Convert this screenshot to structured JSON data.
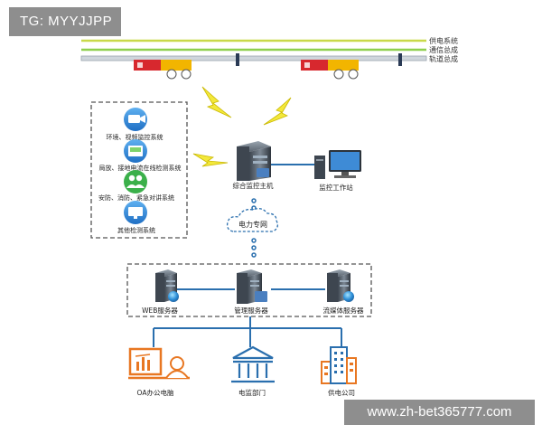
{
  "watermark_top": "TG: MYYJJPP",
  "watermark_bottom": "www.zh-bet365777.com",
  "tracks": {
    "power": "供电系统",
    "comm": "通信总成",
    "rail": "轨道总成"
  },
  "subsystems": [
    {
      "label": "环境、视频监控系统",
      "icon": "camera-icon"
    },
    {
      "label": "局放、接地电流在线检测系统",
      "icon": "meter-icon"
    },
    {
      "label": "安防、消防、紧急对讲系统",
      "icon": "people-icon"
    },
    {
      "label": "其他检测系统",
      "icon": "monitor-icon"
    }
  ],
  "host": "综合监控主机",
  "workstation": "监控工作站",
  "network": "电力专网",
  "servers": [
    "WEB服务器",
    "管理服务器",
    "流媒体服务器"
  ],
  "clients": [
    "OA办公电脑",
    "电监部门",
    "供电公司"
  ],
  "colors": {
    "line_blue": "#2a6fae",
    "power_line": "#c9d94a",
    "comm_line": "#8ecf4f",
    "rail": "#b8c2cc",
    "robot_red": "#d7282e",
    "robot_yellow": "#f2b500",
    "lightning": "#f3e83b",
    "icon_blue": "#3a86d6",
    "orange": "#e87722"
  }
}
